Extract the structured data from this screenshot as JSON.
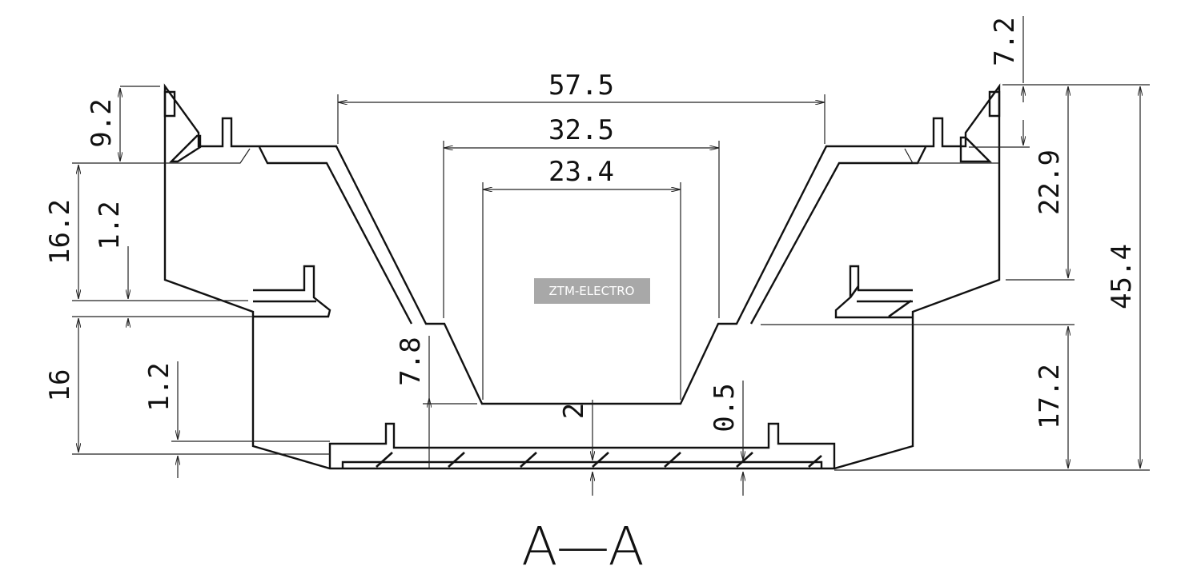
{
  "dimensions": {
    "top_overall_width": "57.5",
    "top_inner_width": "32.5",
    "channel_width": "23.4",
    "left_flange_height": "9.2",
    "left_upper_height": "16.2",
    "left_wall_thickness_upper": "1.2",
    "left_lower_height": "16",
    "left_wall_thickness_lower": "1.2",
    "channel_depth": "7.8",
    "base_thickness": "2",
    "base_gap": "0.5",
    "right_flange_height": "7.2",
    "right_upper_height": "22.9",
    "right_lower_height": "17.2",
    "overall_height": "45.4"
  },
  "section_label": "A—A",
  "watermark": "ZTM-ELECTRO"
}
